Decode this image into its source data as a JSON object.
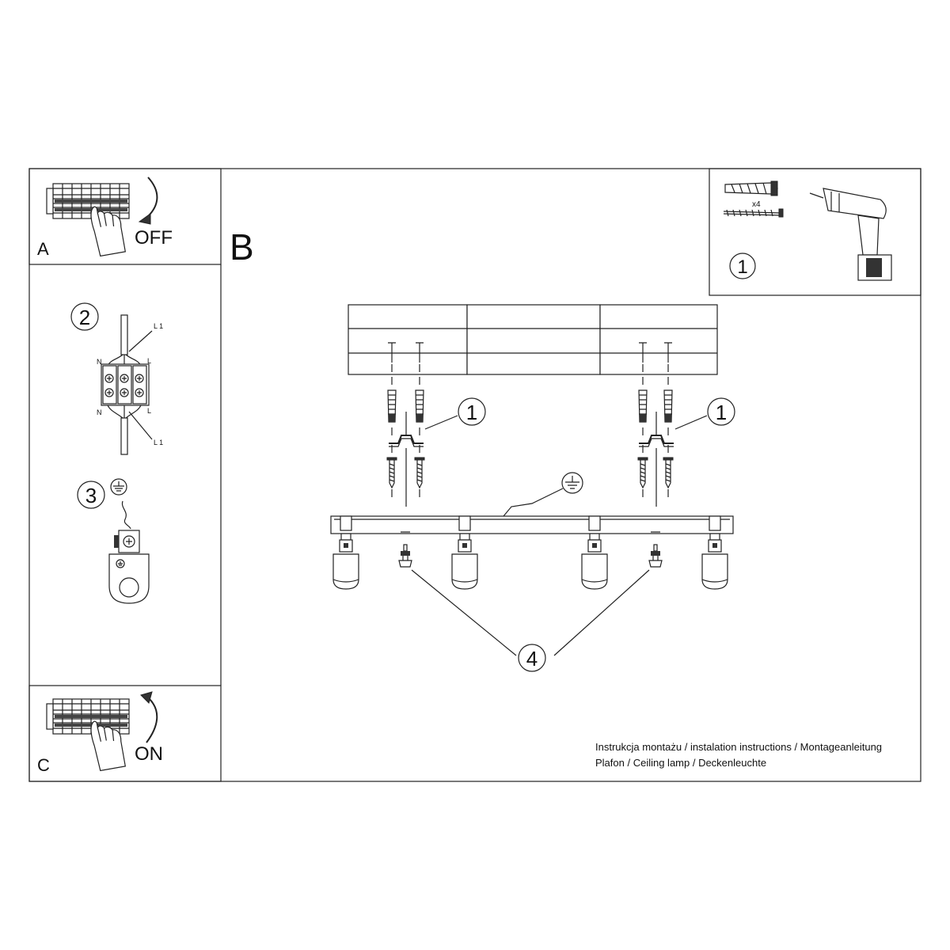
{
  "panels": {
    "a": {
      "letter": "A",
      "switch_label": "OFF"
    },
    "b": {
      "letter": "B"
    },
    "c": {
      "letter": "C",
      "switch_label": "ON"
    }
  },
  "tools": {
    "quantity": "x4",
    "step_number": "1"
  },
  "wiring": {
    "step_number": "2",
    "labels": {
      "l1_top": "L 1",
      "n_top": "N",
      "l_top": "L",
      "n_bottom": "N",
      "l_bottom": "L",
      "l1_bottom": "L 1"
    }
  },
  "ground": {
    "step_number": "3"
  },
  "assembly": {
    "callout_left": "1",
    "callout_right": "1",
    "callout_bottom": "4"
  },
  "footer": {
    "line1": "Instrukcja montażu / instalation instructions / Montageanleitung",
    "line2": "Plafon / Ceiling lamp / Deckenleuchte"
  },
  "icons": [
    "hand-icon",
    "curved-arrow-icon",
    "wall-plug-icon",
    "screw-icon",
    "drill-icon",
    "terminal-block-icon",
    "ground-symbol-icon",
    "ground-clamp-icon",
    "spotlight-icon",
    "mounting-bracket-icon"
  ]
}
